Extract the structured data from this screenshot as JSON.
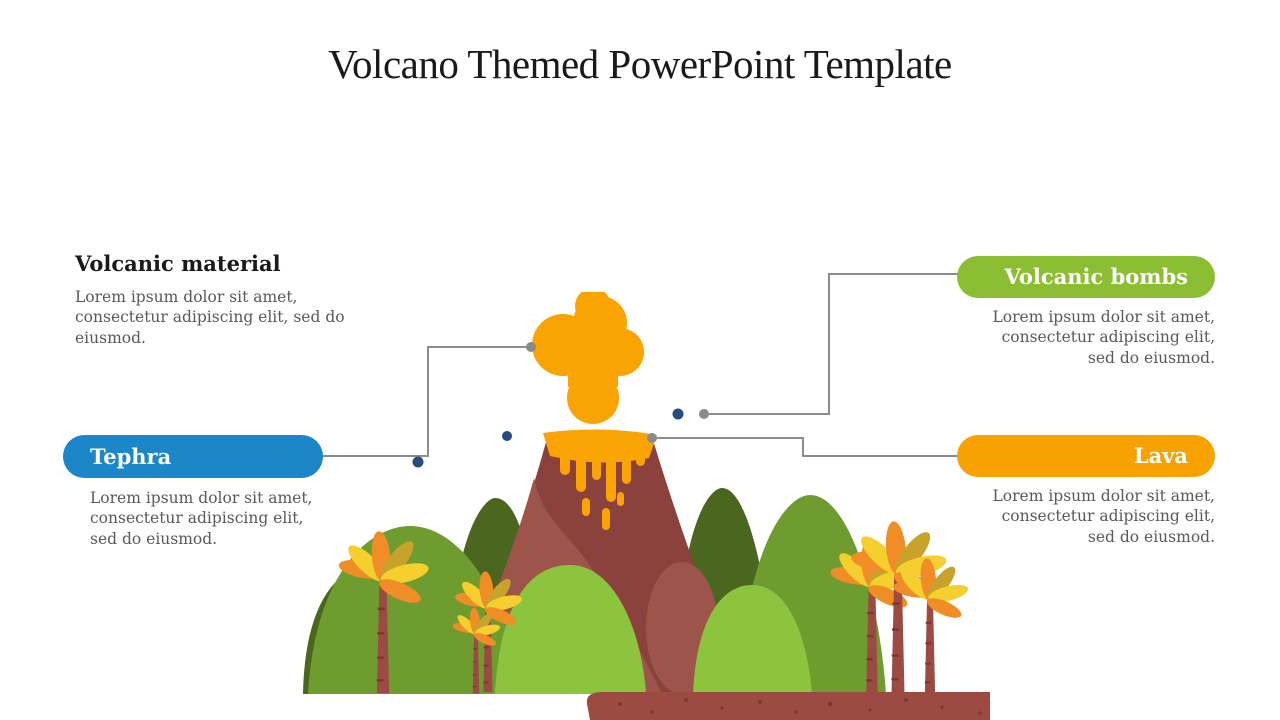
{
  "slide": {
    "title": "Volcano Themed PowerPoint Template"
  },
  "colors": {
    "text_dark": "#1a1a1a",
    "text_gray": "#595959",
    "pill_green": "#8cbe33",
    "pill_blue": "#1b86c8",
    "pill_orange": "#f7a201",
    "line_gray": "#8c8c8c",
    "dot_gray": "#8a8a8a",
    "dot_navy": "#254d7e",
    "cloud_orange": "#f9a402",
    "cone_dark": "#8b423d",
    "cone_light": "#9c544b",
    "hill_dark": "#4a661f",
    "hill_mid": "#6f9c2f",
    "hill_light": "#8dc43e",
    "ground_brown": "#9c4b42",
    "speckle_brown": "#7c3933",
    "frond_yellow": "#f4cf2d",
    "frond_orange": "#f08d26",
    "frond_olive": "#c8a22b"
  },
  "callouts": {
    "material": {
      "label": "Volcanic material",
      "body": "Lorem ipsum dolor sit amet, consectetur adipiscing elit, sed do eiusmod."
    },
    "bombs": {
      "label": "Volcanic bombs",
      "body": "Lorem ipsum dolor sit amet, consectetur adipiscing elit, sed do eiusmod."
    },
    "tephra": {
      "label": "Tephra",
      "body": "Lorem ipsum dolor sit amet, consectetur adipiscing elit, sed do eiusmod."
    },
    "lava": {
      "label": "Lava",
      "body": "Lorem ipsum dolor sit amet, consectetur adipiscing elit, sed do eiusmod."
    }
  },
  "illustration": {
    "alt": "Flat illustration of a maroon volcano erupting an orange smoke cloud, surrounded by green hills and palm trees on a brown island base"
  }
}
